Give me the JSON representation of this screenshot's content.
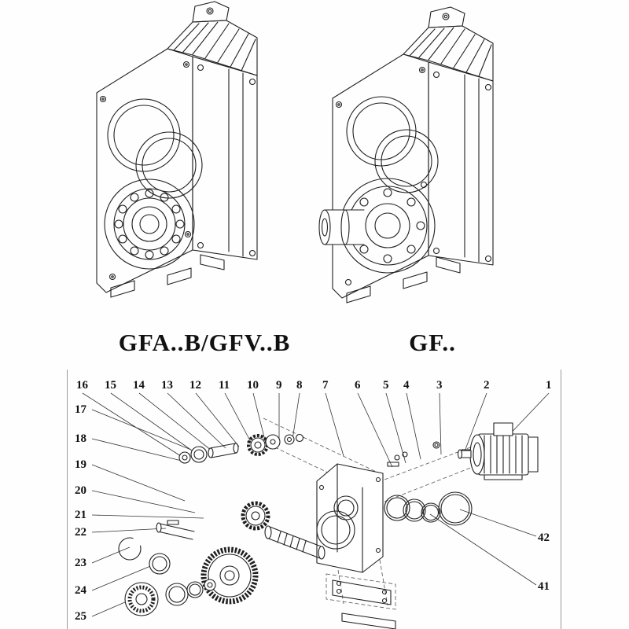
{
  "page": {
    "background": "#fefefe",
    "ink_color": "#1f1f1f"
  },
  "figures": {
    "left": {
      "caption": "GFA..B/GFV..B"
    },
    "right": {
      "caption": "GF.."
    }
  },
  "exploded": {
    "top_row": [
      "16",
      "15",
      "14",
      "13",
      "12",
      "11",
      "10",
      "9",
      "8",
      "7",
      "6",
      "5",
      "4",
      "3",
      "2",
      "1"
    ],
    "left_col": [
      "17",
      "18",
      "19",
      "20",
      "21",
      "22",
      "23",
      "24",
      "25"
    ],
    "right_col": [
      "42",
      "41"
    ]
  }
}
